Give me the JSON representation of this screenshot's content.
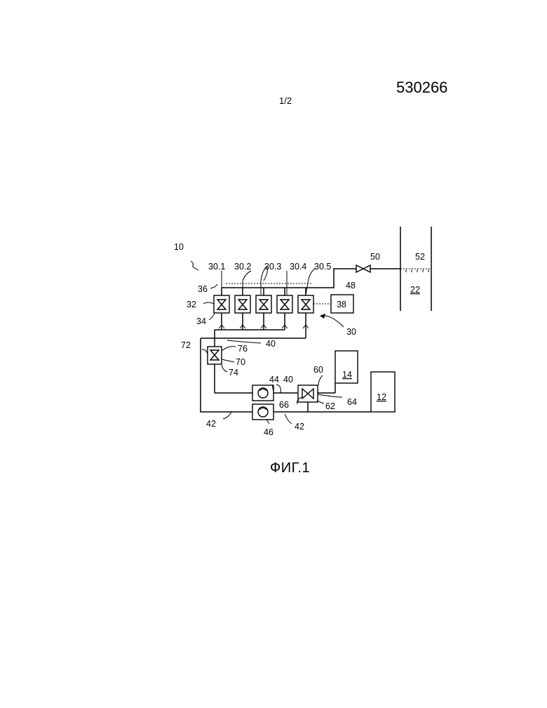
{
  "header": {
    "doc_number": "530266",
    "page": "1/2"
  },
  "figure": {
    "caption": "ФИГ.1",
    "labels": {
      "l10": "10",
      "l30_1": "30.1",
      "l30_2": "30.2",
      "l30_3": "30.3",
      "l30_4": "30.4",
      "l30_5": "30.5",
      "l50": "50",
      "l52": "52",
      "l22": "22",
      "l48": "48",
      "l36": "36",
      "l32": "32",
      "l34": "34",
      "l38": "38",
      "l30": "30",
      "l40a": "40",
      "l76": "76",
      "l72": "72",
      "l70": "70",
      "l74": "74",
      "l60": "60",
      "l14": "14",
      "l44": "44",
      "l40b": "40",
      "l12": "12",
      "l64": "64",
      "l66": "66",
      "l62": "62",
      "l42a": "42",
      "l46": "46",
      "l42b": "42"
    }
  }
}
